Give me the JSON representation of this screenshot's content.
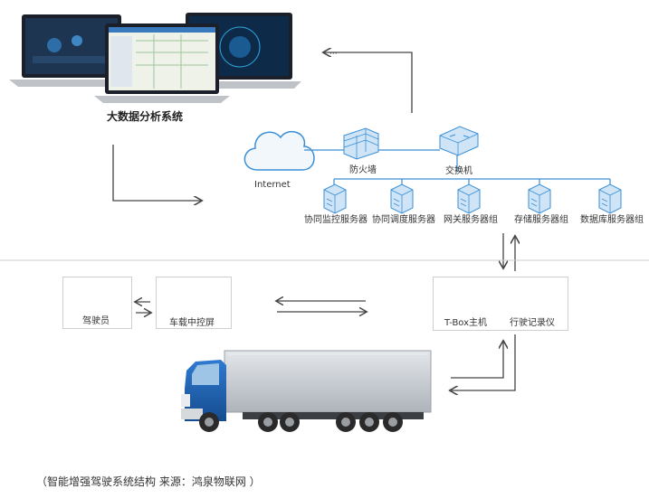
{
  "top": {
    "laptops_label": "大数据分析系统",
    "internet_label": "Internet",
    "firewall_label": "防火墙",
    "switch_label": "交换机"
  },
  "servers": [
    {
      "label": "协同监控服务器"
    },
    {
      "label": "协同调度服务器"
    },
    {
      "label": "网关服务器组"
    },
    {
      "label": "存储服务器组"
    },
    {
      "label": "数据库服务器组"
    }
  ],
  "vehicle": {
    "driver_label": "驾驶员",
    "screen_label": "车载中控屏",
    "tbox_label": "T-Box主机",
    "recorder_label": "行驶记录仪"
  },
  "caption": "（智能增强驾驶系统结构   来源：鸿泉物联网 ）",
  "colors": {
    "icon_blue": "#3a8fd6",
    "truck_cab": "#1d5fae",
    "trailer": "#c9ced3",
    "arrow": "#444444",
    "divider": "#cccccc"
  }
}
